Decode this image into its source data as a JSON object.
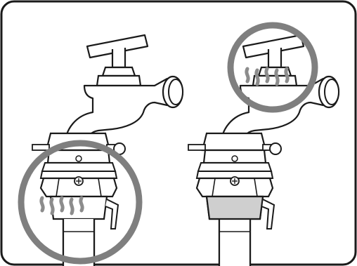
{
  "figure": {
    "panels": [
      {
        "id": "left",
        "highlight": "leak-at-hose-connector"
      },
      {
        "id": "right",
        "highlight": "leak-at-tap-valve"
      }
    ],
    "colors": {
      "frame": "#1a1a1a",
      "outline": "#1a1a1a",
      "fill": "#ffffff",
      "highlight_circle": "#7f7f7f",
      "water": "#8c8c8c",
      "shaded_ring": "#cfcfcf"
    }
  }
}
